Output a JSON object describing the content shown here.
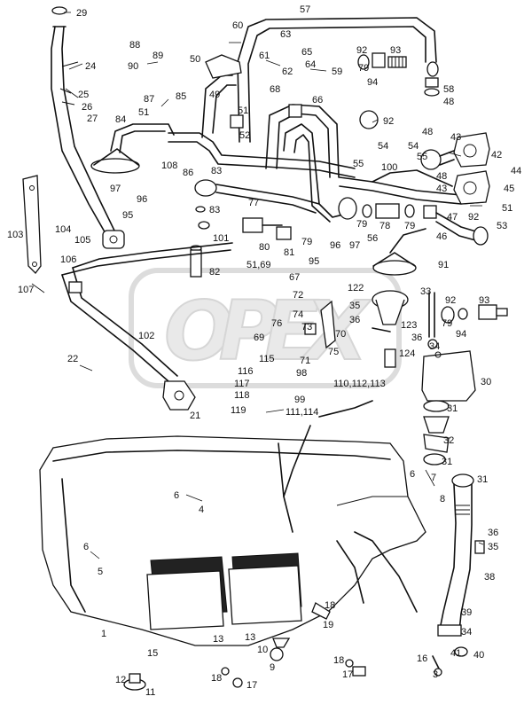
{
  "watermark": {
    "text": "OPEX"
  },
  "callouts": [
    {
      "id": "c29",
      "text": "29"
    },
    {
      "id": "c24",
      "text": "24"
    },
    {
      "id": "c25",
      "text": "25"
    },
    {
      "id": "c26",
      "text": "26"
    },
    {
      "id": "c27",
      "text": "27"
    },
    {
      "id": "c88",
      "text": "88"
    },
    {
      "id": "c89",
      "text": "89"
    },
    {
      "id": "c90",
      "text": "90"
    },
    {
      "id": "c87",
      "text": "87"
    },
    {
      "id": "c85",
      "text": "85"
    },
    {
      "id": "c51a",
      "text": "51"
    },
    {
      "id": "c84",
      "text": "84"
    },
    {
      "id": "c50",
      "text": "50"
    },
    {
      "id": "c49",
      "text": "49"
    },
    {
      "id": "c51b",
      "text": "51"
    },
    {
      "id": "c52",
      "text": "52"
    },
    {
      "id": "c57",
      "text": "57"
    },
    {
      "id": "c60",
      "text": "60"
    },
    {
      "id": "c61",
      "text": "61"
    },
    {
      "id": "c63",
      "text": "63"
    },
    {
      "id": "c65",
      "text": "65"
    },
    {
      "id": "c64",
      "text": "64"
    },
    {
      "id": "c62",
      "text": "62"
    },
    {
      "id": "c59",
      "text": "59"
    },
    {
      "id": "c68",
      "text": "68"
    },
    {
      "id": "c66",
      "text": "66"
    },
    {
      "id": "c92a",
      "text": "92"
    },
    {
      "id": "c93a",
      "text": "93"
    },
    {
      "id": "c79a",
      "text": "79"
    },
    {
      "id": "c94a",
      "text": "94"
    },
    {
      "id": "c58",
      "text": "58"
    },
    {
      "id": "c48a",
      "text": "48"
    },
    {
      "id": "c92b",
      "text": "92"
    },
    {
      "id": "c48b",
      "text": "48"
    },
    {
      "id": "c43a",
      "text": "43"
    },
    {
      "id": "c54a",
      "text": "54"
    },
    {
      "id": "c54b",
      "text": "54"
    },
    {
      "id": "c42",
      "text": "42"
    },
    {
      "id": "c55a",
      "text": "55"
    },
    {
      "id": "c100",
      "text": "100"
    },
    {
      "id": "c55b",
      "text": "55"
    },
    {
      "id": "c44",
      "text": "44"
    },
    {
      "id": "c48c",
      "text": "48"
    },
    {
      "id": "c43b",
      "text": "43"
    },
    {
      "id": "c45",
      "text": "45"
    },
    {
      "id": "c108",
      "text": "108"
    },
    {
      "id": "c86",
      "text": "86"
    },
    {
      "id": "c83a",
      "text": "83"
    },
    {
      "id": "c97a",
      "text": "97"
    },
    {
      "id": "c96a",
      "text": "96"
    },
    {
      "id": "c95a",
      "text": "95"
    },
    {
      "id": "c77",
      "text": "77"
    },
    {
      "id": "c51c",
      "text": "51"
    },
    {
      "id": "c53",
      "text": "53"
    },
    {
      "id": "c83b",
      "text": "83"
    },
    {
      "id": "c101",
      "text": "101"
    },
    {
      "id": "c80",
      "text": "80"
    },
    {
      "id": "c81",
      "text": "81"
    },
    {
      "id": "c79b",
      "text": "79"
    },
    {
      "id": "c96b",
      "text": "96"
    },
    {
      "id": "c97b",
      "text": "97"
    },
    {
      "id": "c79c",
      "text": "79"
    },
    {
      "id": "c78",
      "text": "78"
    },
    {
      "id": "c79d",
      "text": "79"
    },
    {
      "id": "c47",
      "text": "47"
    },
    {
      "id": "c46",
      "text": "46"
    },
    {
      "id": "c92c",
      "text": "92"
    },
    {
      "id": "c56",
      "text": "56"
    },
    {
      "id": "c103",
      "text": "103"
    },
    {
      "id": "c104",
      "text": "104"
    },
    {
      "id": "c105",
      "text": "105"
    },
    {
      "id": "c106",
      "text": "106"
    },
    {
      "id": "c82",
      "text": "82"
    },
    {
      "id": "c5169",
      "text": "51,69"
    },
    {
      "id": "c95b",
      "text": "95"
    },
    {
      "id": "c91",
      "text": "91"
    },
    {
      "id": "c107",
      "text": "107"
    },
    {
      "id": "c67",
      "text": "67"
    },
    {
      "id": "c72",
      "text": "72"
    },
    {
      "id": "c122",
      "text": "122"
    },
    {
      "id": "c33",
      "text": "33"
    },
    {
      "id": "c92d",
      "text": "92"
    },
    {
      "id": "c93b",
      "text": "93"
    },
    {
      "id": "c74",
      "text": "74"
    },
    {
      "id": "c35",
      "text": "35"
    },
    {
      "id": "c36a",
      "text": "36"
    },
    {
      "id": "c123",
      "text": "123"
    },
    {
      "id": "c79e",
      "text": "79"
    },
    {
      "id": "c94b",
      "text": "94"
    },
    {
      "id": "c76",
      "text": "76"
    },
    {
      "id": "c73",
      "text": "73"
    },
    {
      "id": "c70",
      "text": "70"
    },
    {
      "id": "c36b",
      "text": "36"
    },
    {
      "id": "c34a",
      "text": "34"
    },
    {
      "id": "c102",
      "text": "102"
    },
    {
      "id": "c69",
      "text": "69"
    },
    {
      "id": "c75",
      "text": "75"
    },
    {
      "id": "c124",
      "text": "124"
    },
    {
      "id": "c71",
      "text": "71"
    },
    {
      "id": "c22",
      "text": "22"
    },
    {
      "id": "c115",
      "text": "115"
    },
    {
      "id": "c116",
      "text": "116"
    },
    {
      "id": "c98",
      "text": "98"
    },
    {
      "id": "c30",
      "text": "30"
    },
    {
      "id": "c117",
      "text": "117"
    },
    {
      "id": "c118",
      "text": "118"
    },
    {
      "id": "c110",
      "text": "110,112,113"
    },
    {
      "id": "c99",
      "text": "99"
    },
    {
      "id": "c119",
      "text": "119"
    },
    {
      "id": "c111",
      "text": "111,114"
    },
    {
      "id": "c21",
      "text": "21"
    },
    {
      "id": "c31a",
      "text": "31"
    },
    {
      "id": "c32",
      "text": "32"
    },
    {
      "id": "c31b",
      "text": "31"
    },
    {
      "id": "c6a",
      "text": "6"
    },
    {
      "id": "c7",
      "text": "7"
    },
    {
      "id": "c31c",
      "text": "31"
    },
    {
      "id": "c8",
      "text": "8"
    },
    {
      "id": "c6b",
      "text": "6"
    },
    {
      "id": "c4",
      "text": "4"
    },
    {
      "id": "c6c",
      "text": "6"
    },
    {
      "id": "c5",
      "text": "5"
    },
    {
      "id": "c36c",
      "text": "36"
    },
    {
      "id": "c35b",
      "text": "35"
    },
    {
      "id": "c38",
      "text": "38"
    },
    {
      "id": "c18a",
      "text": "18"
    },
    {
      "id": "c19",
      "text": "19"
    },
    {
      "id": "c39",
      "text": "39"
    },
    {
      "id": "c1",
      "text": "1"
    },
    {
      "id": "c13a",
      "text": "13"
    },
    {
      "id": "c13b",
      "text": "13"
    },
    {
      "id": "c34b",
      "text": "34"
    },
    {
      "id": "c15",
      "text": "15"
    },
    {
      "id": "c10",
      "text": "10"
    },
    {
      "id": "c41",
      "text": "41"
    },
    {
      "id": "c40",
      "text": "40"
    },
    {
      "id": "c9",
      "text": "9"
    },
    {
      "id": "c16",
      "text": "16"
    },
    {
      "id": "c18b",
      "text": "18"
    },
    {
      "id": "c18c",
      "text": "18"
    },
    {
      "id": "c12",
      "text": "12"
    },
    {
      "id": "c17a",
      "text": "17"
    },
    {
      "id": "c17b",
      "text": "17"
    },
    {
      "id": "c3",
      "text": "3"
    },
    {
      "id": "c11",
      "text": "11"
    }
  ]
}
